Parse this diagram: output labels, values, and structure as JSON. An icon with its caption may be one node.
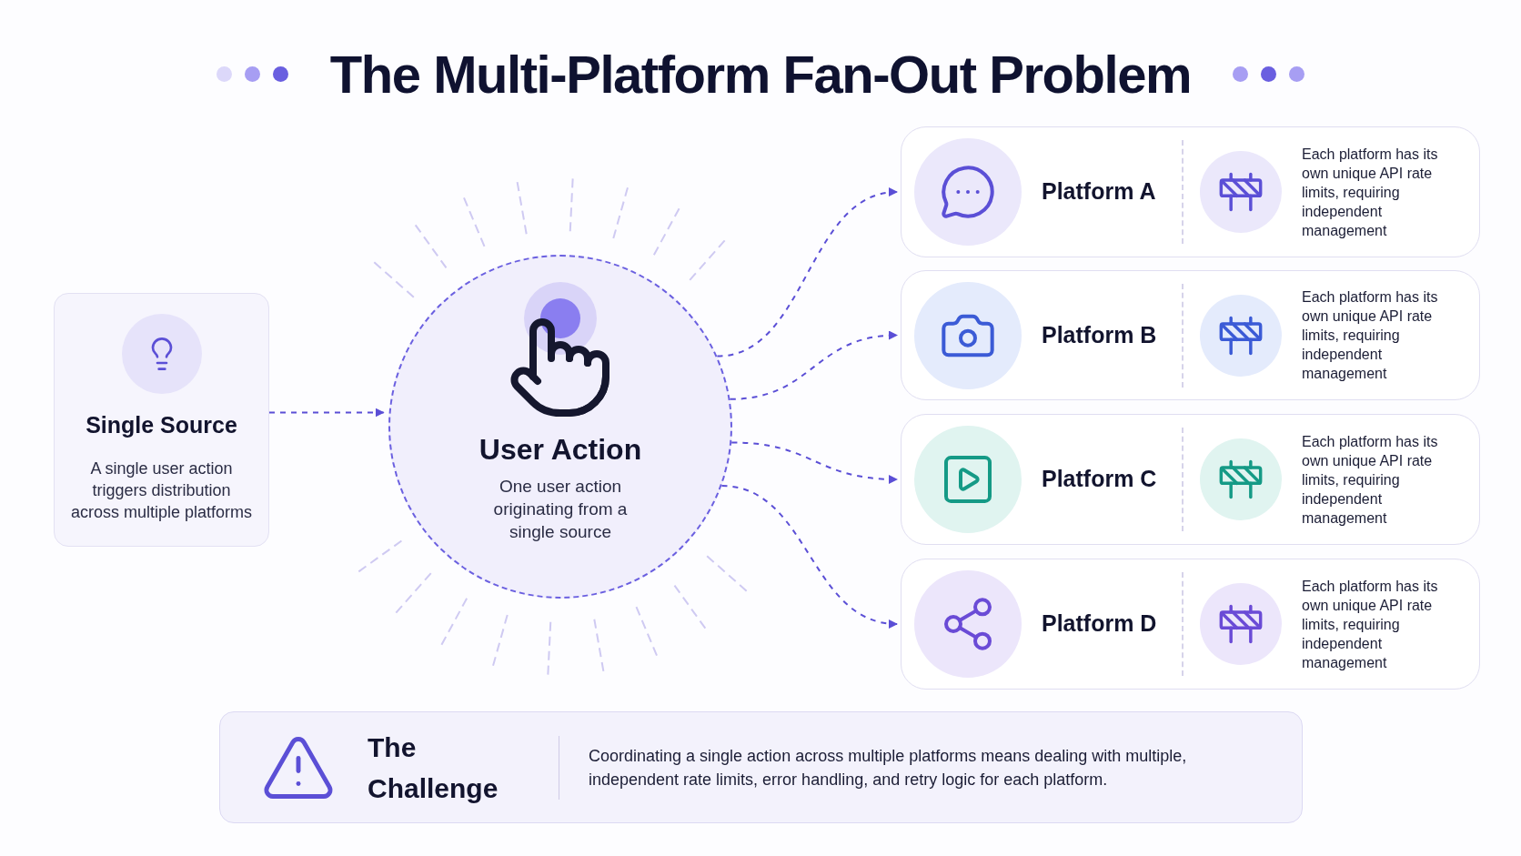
{
  "diagram": {
    "title": "The Multi-Platform Fan-Out Problem",
    "nodes": [
      {
        "text": [
          "Single Source",
          "A single user action triggers distribution across multiple platforms"
        ]
      },
      {
        "text": [
          "User Action",
          "One user action originating from a single source"
        ]
      },
      {
        "text": [
          "Platform A",
          "Each platform has its own unique API rate limits, requiring independent management"
        ]
      },
      {
        "text": [
          "Platform B",
          "Each platform has its own unique API rate limits, requiring independent management"
        ]
      },
      {
        "text": [
          "Platform C",
          "Each platform has its own unique API rate limits, requiring independent management"
        ]
      },
      {
        "text": [
          "Platform D",
          "Each platform has its own unique API rate limits, requiring independent management"
        ]
      },
      {
        "text": [
          "The Challenge",
          "Coordinating a single action across multiple platforms means dealing with multiple, independent rate limits, error handling, and retry logic for each platform."
        ]
      }
    ],
    "edges": [
      {
        "from": 0,
        "to": 1,
        "arrow": "to",
        "style": "dashed"
      },
      {
        "from": 1,
        "to": 2,
        "arrow": "to",
        "style": "dashed"
      },
      {
        "from": 1,
        "to": 3,
        "arrow": "to",
        "style": "dashed"
      },
      {
        "from": 1,
        "to": 4,
        "arrow": "to",
        "style": "dashed"
      },
      {
        "from": 1,
        "to": 5,
        "arrow": "to",
        "style": "dashed"
      }
    ]
  }
}
